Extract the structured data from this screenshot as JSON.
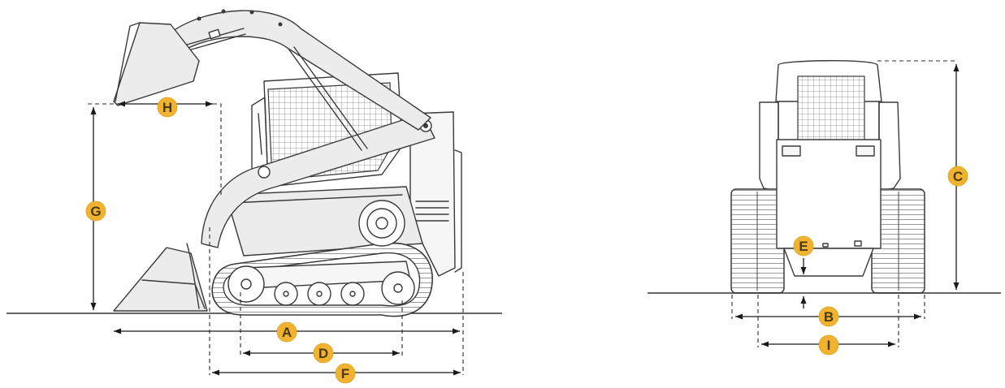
{
  "labels": {
    "A": "A",
    "B": "B",
    "C": "C",
    "D": "D",
    "E": "E",
    "F": "F",
    "G": "G",
    "H": "H",
    "I": "I"
  },
  "colors": {
    "badge": "#f1b32f",
    "ink": "#3a3a3a",
    "background": "#ffffff"
  }
}
